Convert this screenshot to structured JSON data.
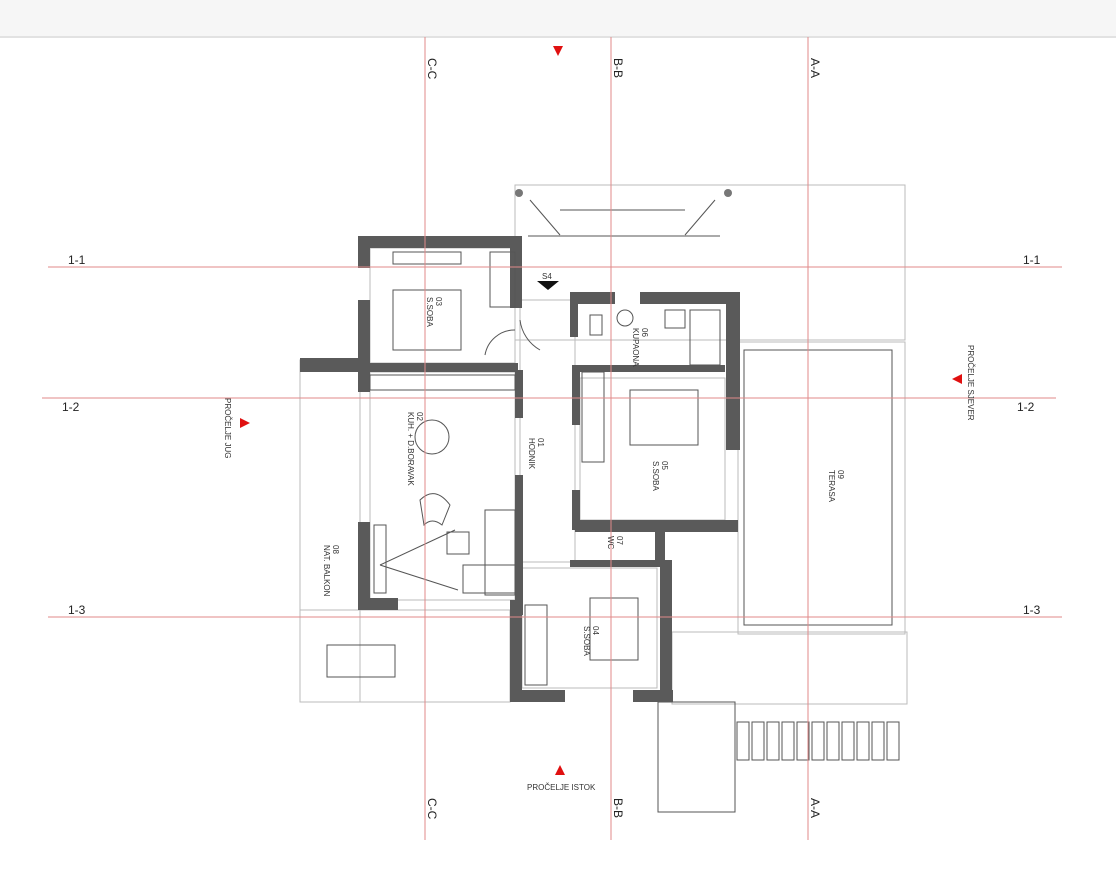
{
  "axes": {
    "vertical": [
      "C-C",
      "B-B",
      "A-A"
    ],
    "horizontal": [
      "1-1",
      "1-2",
      "1-3"
    ]
  },
  "facades": {
    "south": "PROČELJE JUG",
    "north": "PROČELJE SJEVER",
    "east": "PROČELJE ISTOK"
  },
  "rooms": [
    {
      "number": "01",
      "name": "HODNIK"
    },
    {
      "number": "02",
      "name": "KUH. + D.BORAVAK"
    },
    {
      "number": "03",
      "name": "S.SOBA"
    },
    {
      "number": "04",
      "name": "S.SOBA"
    },
    {
      "number": "05",
      "name": "S.SOBA"
    },
    {
      "number": "06",
      "name": "KUPAONA"
    },
    {
      "number": "07",
      "name": "WC"
    },
    {
      "number": "08",
      "name": "NAT. BALKON"
    },
    {
      "number": "09",
      "name": "TERASA"
    }
  ],
  "entrance_marker": "S4",
  "colors": {
    "axis": "#e08a8a",
    "marker": "#e01010",
    "wall": "#5a5a5a"
  }
}
